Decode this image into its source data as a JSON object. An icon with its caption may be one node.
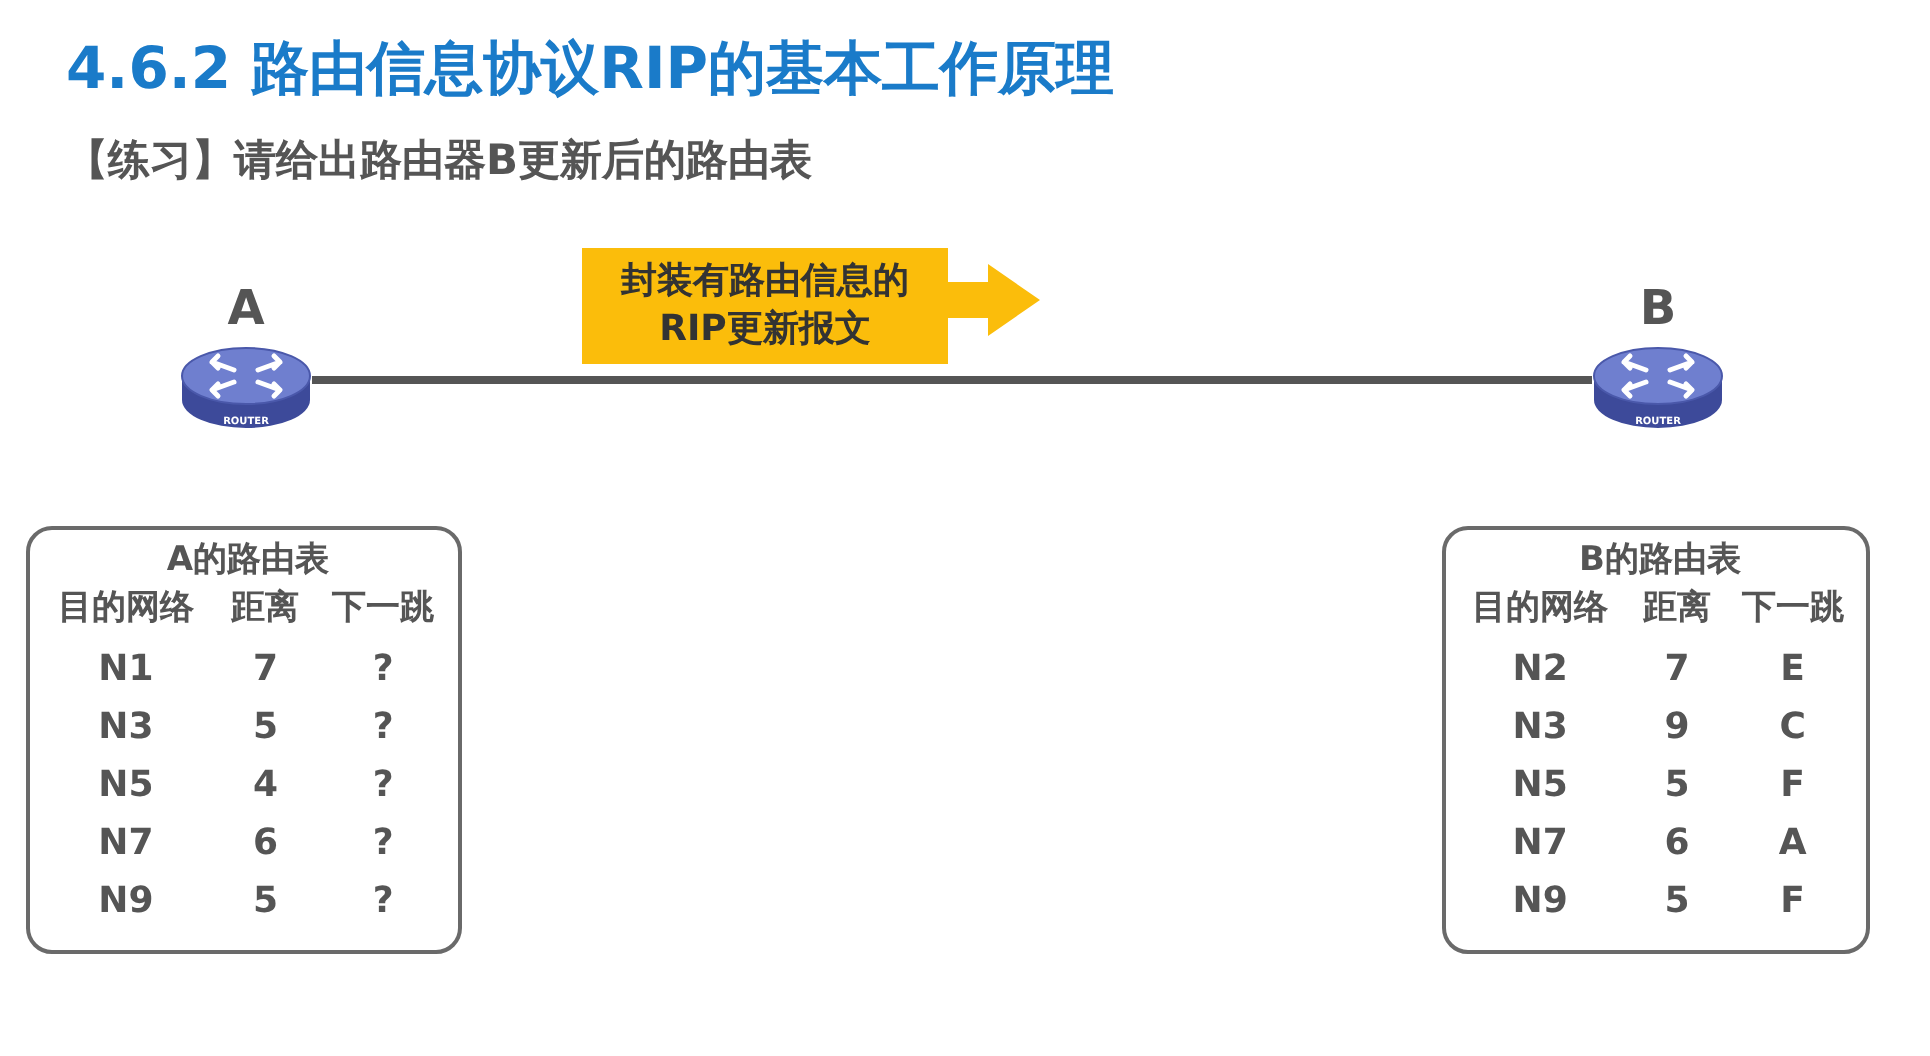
{
  "diagram": {
    "title": "4.6.2 路由信息协议RIP的基本工作原理",
    "nodes": [
      {
        "text": [
          "A",
          "ROUTER"
        ]
      },
      {
        "text": [
          "封装有路由信息的 RIP更新报文"
        ]
      },
      {
        "text": [
          "B",
          "ROUTER"
        ]
      },
      {
        "text": [
          "A的路由表",
          "目的网络",
          "距离",
          "下一跳",
          "N1",
          "7",
          "?",
          "N3",
          "5",
          "?",
          "N5",
          "4",
          "?",
          "N7",
          "6",
          "?",
          "N9",
          "5",
          "?"
        ]
      },
      {
        "text": [
          "B的路由表",
          "目的网络",
          "距离",
          "下一跳",
          "N2",
          "7",
          "E",
          "N3",
          "9",
          "C",
          "N5",
          "5",
          "F",
          "N7",
          "6",
          "A",
          "N9",
          "5",
          "F"
        ]
      }
    ],
    "edges": [
      {
        "from": 0,
        "to": 2,
        "arrow": "none"
      }
    ],
    "labels": [
      "【练习】请给出路由器B更新后的路由表"
    ]
  }
}
